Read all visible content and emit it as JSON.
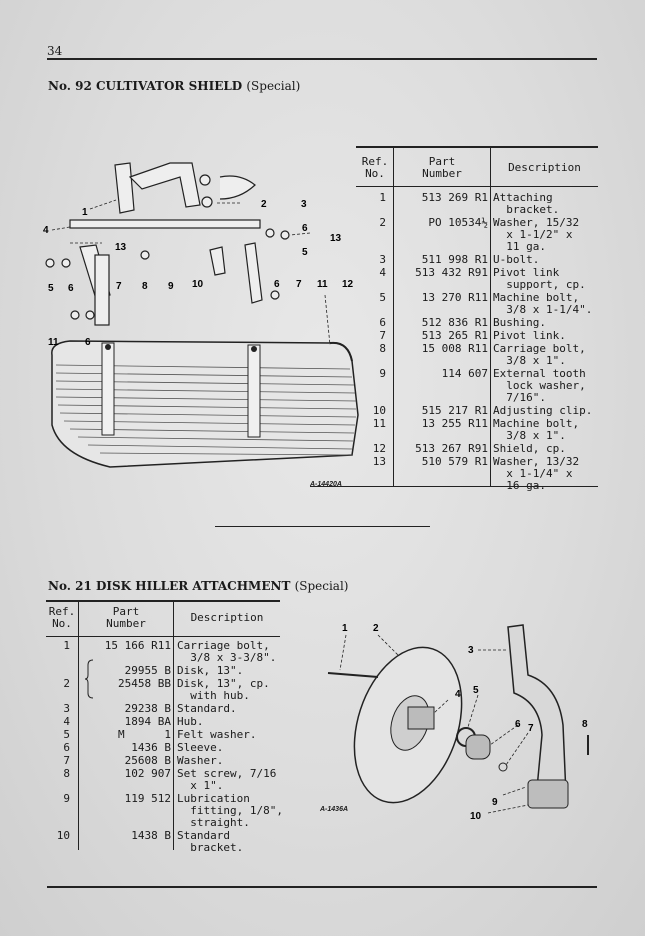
{
  "page_number": "34",
  "section1": {
    "title": "No. 92 CULTIVATOR SHIELD",
    "title_suffix": "(Special)",
    "headers": {
      "ref": "Ref.\nNo.",
      "part": "Part\nNumber",
      "desc": "Description"
    },
    "figure_code": "A-14420A",
    "callouts": [
      "1",
      "2",
      "3",
      "4",
      "5",
      "6",
      "7",
      "8",
      "9",
      "10",
      "11",
      "12",
      "13"
    ],
    "rows": [
      {
        "ref": "1",
        "part": "513 269 R1",
        "desc": "Attaching\n  bracket."
      },
      {
        "ref": "2",
        "part": "PO 10534½",
        "desc": "Washer, 15/32\n  x 1-1/2\" x\n  11 ga."
      },
      {
        "ref": "3",
        "part": "511 998 R1",
        "desc": "U-bolt."
      },
      {
        "ref": "4",
        "part": "513 432 R91",
        "desc": "Pivot link\n  support, cp."
      },
      {
        "ref": "5",
        "part": "13 270 R11",
        "desc": "Machine bolt,\n  3/8 x 1-1/4\"."
      },
      {
        "ref": "6",
        "part": "512 836 R1",
        "desc": "Bushing."
      },
      {
        "ref": "7",
        "part": "513 265 R1",
        "desc": "Pivot link."
      },
      {
        "ref": "8",
        "part": "15 008 R11",
        "desc": "Carriage bolt,\n  3/8 x 1\"."
      },
      {
        "ref": "9",
        "part": "114 607",
        "desc": "External tooth\n  lock washer,\n  7/16\"."
      },
      {
        "ref": "10",
        "part": "515 217 R1",
        "desc": "Adjusting clip."
      },
      {
        "ref": "11",
        "part": "13 255 R11",
        "desc": "Machine bolt,\n  3/8 x 1\"."
      },
      {
        "ref": "12",
        "part": "513 267 R91",
        "desc": "Shield, cp."
      },
      {
        "ref": "13",
        "part": "510 579 R1",
        "desc": "Washer, 13/32\n  x 1-1/4\" x\n  16 ga."
      }
    ]
  },
  "section2": {
    "title": "No. 21 DISK HILLER ATTACHMENT",
    "title_suffix": "(Special)",
    "headers": {
      "ref": "Ref.\nNo.",
      "part": "Part\nNumber",
      "desc": "Description"
    },
    "figure_code": "A-1436A",
    "callouts": [
      "1",
      "2",
      "3",
      "4",
      "5",
      "6",
      "7",
      "8",
      "9",
      "10"
    ],
    "rows": [
      {
        "ref": "1",
        "part": "15 166 R11",
        "desc": "Carriage bolt,\n  3/8 x 3-3/8\"."
      },
      {
        "ref": "",
        "part": "29955 B",
        "desc": "Disk, 13\"."
      },
      {
        "ref": "2",
        "part": "25458 BB",
        "desc": "Disk, 13\", cp.\n  with hub."
      },
      {
        "ref": "3",
        "part": "29238 B",
        "desc": "Standard."
      },
      {
        "ref": "4",
        "part": "1894 BA",
        "desc": "Hub."
      },
      {
        "ref": "5",
        "part": "M      1",
        "desc": "Felt washer."
      },
      {
        "ref": "6",
        "part": "1436 B",
        "desc": "Sleeve."
      },
      {
        "ref": "7",
        "part": "25608 B",
        "desc": "Washer."
      },
      {
        "ref": "8",
        "part": "102 907",
        "desc": "Set screw, 7/16\n  x 1\"."
      },
      {
        "ref": "9",
        "part": "119 512",
        "desc": "Lubrication\n  fitting, 1/8\",\n  straight."
      },
      {
        "ref": "10",
        "part": "1438 B",
        "desc": "Standard\n  bracket."
      }
    ]
  }
}
